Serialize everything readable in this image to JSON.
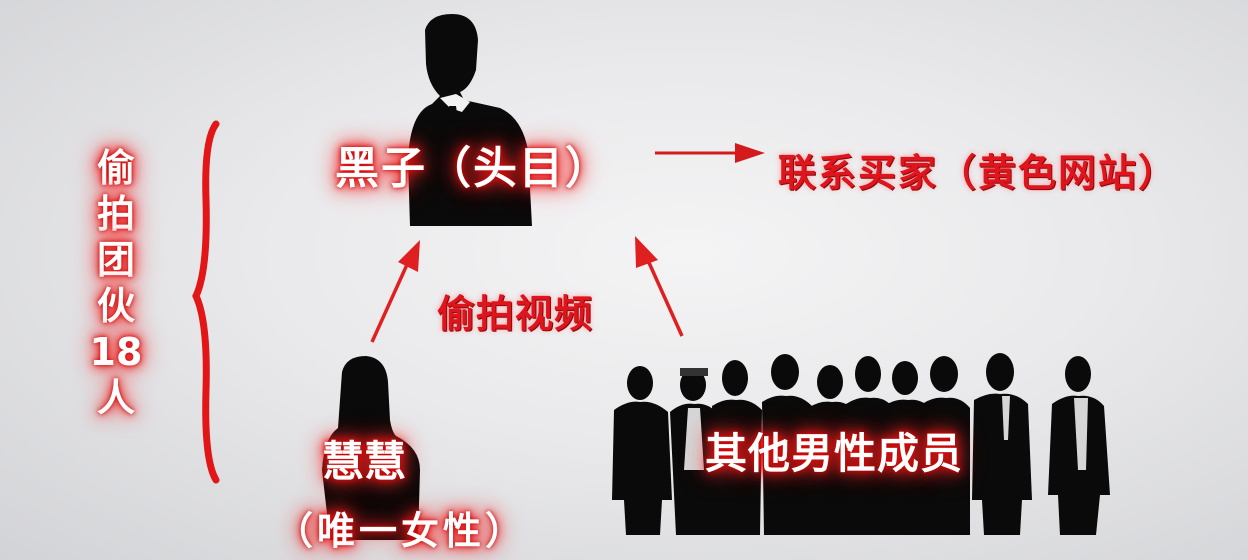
{
  "diagram": {
    "group_label": [
      "偷",
      "拍",
      "团",
      "伙",
      "18",
      "人"
    ],
    "leader": {
      "name": "黑子（头目）"
    },
    "buyer": {
      "label": "联系买家（黄色网站）"
    },
    "flow_label": "偷拍视频",
    "female_member": {
      "name": "慧慧",
      "note": "（唯一女性）"
    },
    "male_members": {
      "label": "其他男性成员",
      "count_shown": 11
    },
    "colors": {
      "accent_red": "#e0141c",
      "silhouette": "#0a0a0a",
      "background": "#e9e9eb"
    }
  }
}
